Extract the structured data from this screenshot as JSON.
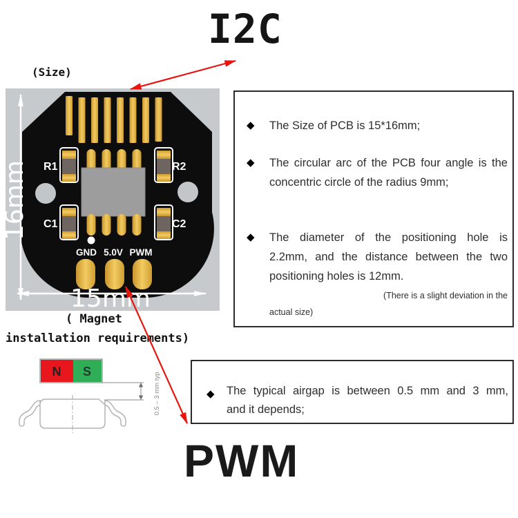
{
  "titles": {
    "i2c": "I2C",
    "pwm": "PWM"
  },
  "size_label": "(Size)",
  "ui": {
    "bullet": "◆"
  },
  "pcb": {
    "ref_labels": {
      "r1": "R1",
      "r2": "R2",
      "c1": "C1",
      "c2": "C2"
    },
    "pin_labels": {
      "gnd": "GND",
      "v5": "5.0V",
      "pwm": "PWM"
    },
    "dimensions": {
      "height": "16mm",
      "width": "15mm"
    },
    "colors": {
      "background": "#c6cacd",
      "board": "#0d0d0d",
      "pad_gold": "#e2ad40",
      "chip": "#9d9d9d",
      "silkscreen": "#ffffff"
    }
  },
  "info_box1": {
    "items": [
      {
        "lines": [
          "The Size of PCB is 15*16mm;"
        ]
      },
      {
        "lines": [
          "The circular arc of the PCB four angle is the",
          "concentric circle of the radius 9mm;"
        ]
      },
      {
        "lines": [
          "The diameter of the positioning hole is",
          "2.2mm, and the distance between the two",
          "positioning holes is 12mm."
        ]
      }
    ],
    "note_lines": [
      "(There is a slight deviation in the",
      "actual size)"
    ]
  },
  "info_box2": {
    "lines": [
      "The typical airgap is between 0.5 mm and 3 mm,",
      "and it depends;"
    ]
  },
  "magnet_section": {
    "caption_line1": "( Magnet",
    "caption_line2": "installation requirements)",
    "pole_n": "N",
    "pole_s": "S",
    "airgap_label": "0.5 – 3 mm typ",
    "colors": {
      "north": "#e8171d",
      "south": "#2fae57"
    }
  },
  "arrow_color": "#e8140e"
}
